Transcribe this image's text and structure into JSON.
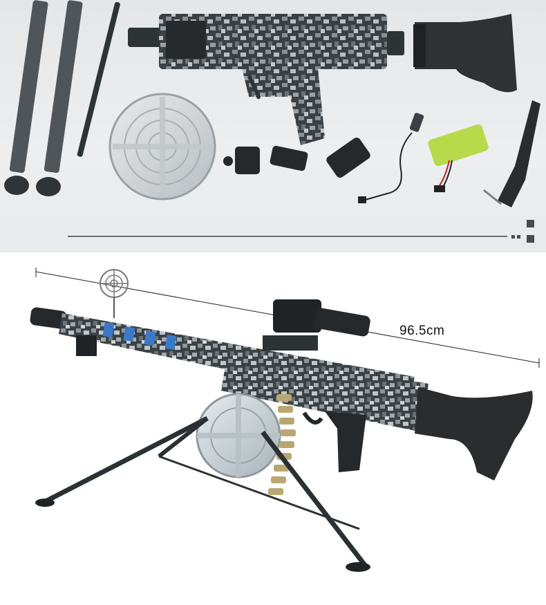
{
  "product": {
    "dimension_label": "96.5cm"
  },
  "parts": [
    {
      "name": "bipod-legs"
    },
    {
      "name": "receiver-body"
    },
    {
      "name": "buttstock"
    },
    {
      "name": "drum-magazine"
    },
    {
      "name": "rear-sight-block"
    },
    {
      "name": "front-sight-block"
    },
    {
      "name": "flash-hider"
    },
    {
      "name": "usb-charger-cable"
    },
    {
      "name": "battery-pack"
    },
    {
      "name": "sling-strap"
    }
  ],
  "colors": {
    "top_panel_bg": "#e8eaec",
    "camo_dark": "#2f3438",
    "camo_mid": "#6d7478",
    "camo_light": "#b5babd",
    "stock_black": "#2a2c2e",
    "battery_green": "#b7d94a",
    "blue_accent": "#3b78c9"
  }
}
